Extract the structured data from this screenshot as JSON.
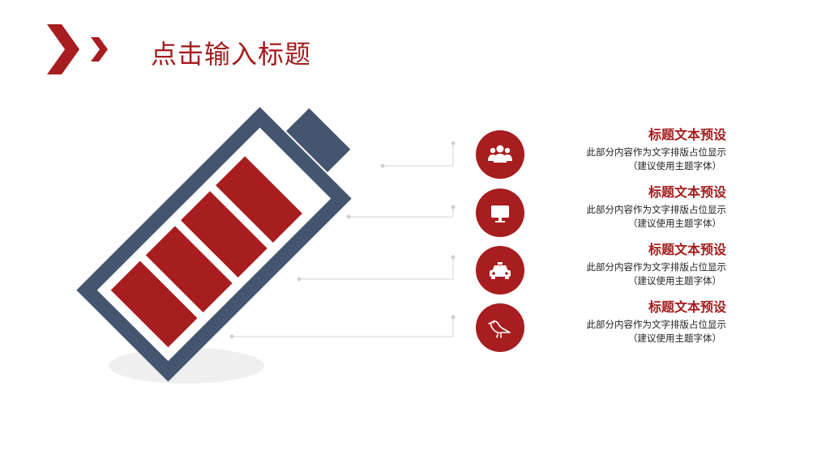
{
  "slide": {
    "title": "点击输入标题",
    "accent_color": "#a81d1f",
    "battery_frame_color": "#445570"
  },
  "items": [
    {
      "icon": "people-icon",
      "title": "标题文本预设",
      "desc_line1": "此部分内容作为文字排版占位显示",
      "desc_line2": "（建议使用主题字体）"
    },
    {
      "icon": "monitor-icon",
      "title": "标题文本预设",
      "desc_line1": "此部分内容作为文字排版占位显示",
      "desc_line2": "（建议使用主题字体）"
    },
    {
      "icon": "taxi-icon",
      "title": "标题文本预设",
      "desc_line1": "此部分内容作为文字排版占位显示",
      "desc_line2": "（建议使用主题字体）"
    },
    {
      "icon": "bird-icon",
      "title": "标题文本预设",
      "desc_line1": "此部分内容作为文字排版占位显示",
      "desc_line2": "（建议使用主题字体）"
    }
  ]
}
